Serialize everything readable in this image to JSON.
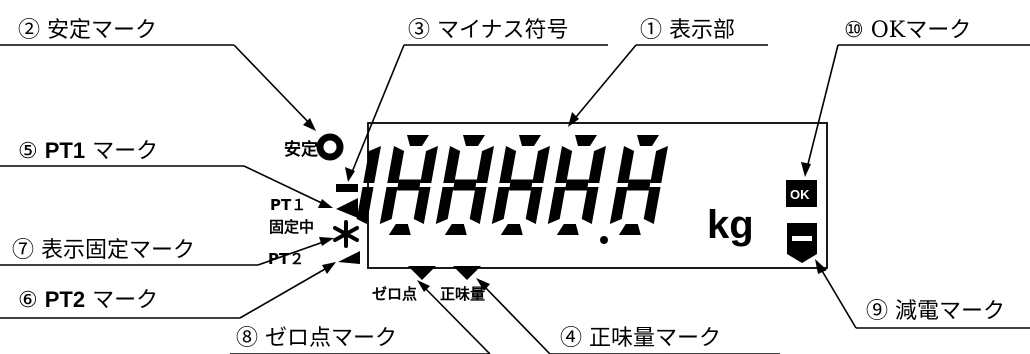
{
  "callouts": {
    "display": "① 表示部",
    "stable_mark": "② 安定マーク",
    "minus_sign": "③ マイナス符号",
    "net_mark": "④ 正味量マーク",
    "pt1_mark_num": "⑤ ",
    "pt1_mark_code": "PT1",
    "pt1_mark_text": " マーク",
    "pt2_mark_num": "⑥ ",
    "pt2_mark_code": "PT2",
    "pt2_mark_text": " マーク",
    "hold_mark": "⑦ 表示固定マーク",
    "zero_mark": "⑧ ゼロ点マーク",
    "power_saving_mark": "⑨ 減電マーク",
    "ok_mark": "⑩ OKマーク"
  },
  "lcd": {
    "stable_label": "安定",
    "pt1_label": "PT１",
    "hold_label": "固定中",
    "pt2_label": "PT２",
    "zero_label": "ゼロ点",
    "net_label": "正味量",
    "unit": "kg",
    "ok_badge": "OK",
    "digits": "188888"
  }
}
